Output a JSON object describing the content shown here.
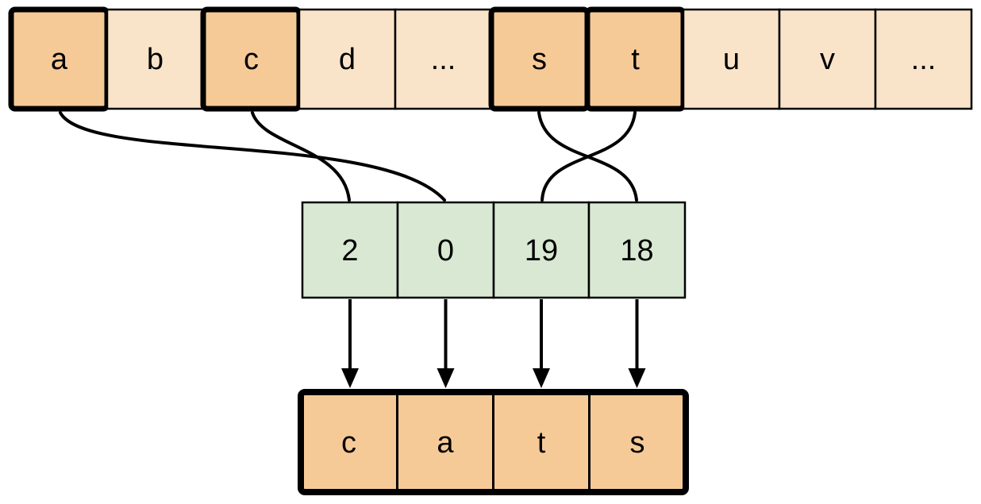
{
  "colors": {
    "cell_light": "#fae4c9",
    "cell_highlight": "#f6ca97",
    "cell_index": "#d9e8d2",
    "line": "#000000",
    "background": "#ffffff"
  },
  "alphabet": {
    "description": "alphabet-array-row",
    "cells": [
      {
        "label": "a",
        "highlighted": true
      },
      {
        "label": "b",
        "highlighted": false
      },
      {
        "label": "c",
        "highlighted": true
      },
      {
        "label": "d",
        "highlighted": false
      },
      {
        "label": "...",
        "highlighted": false
      },
      {
        "label": "s",
        "highlighted": true
      },
      {
        "label": "t",
        "highlighted": true
      },
      {
        "label": "u",
        "highlighted": false
      },
      {
        "label": "v",
        "highlighted": false
      },
      {
        "label": "...",
        "highlighted": false
      }
    ]
  },
  "indices": {
    "description": "index-array-row",
    "cells": [
      {
        "value": "2"
      },
      {
        "value": "0"
      },
      {
        "value": "19"
      },
      {
        "value": "18"
      }
    ]
  },
  "result": {
    "description": "result-word-row",
    "cells": [
      {
        "label": "c"
      },
      {
        "label": "a"
      },
      {
        "label": "t"
      },
      {
        "label": "s"
      }
    ]
  },
  "connections": {
    "letter_to_index": [
      {
        "from": "a",
        "to": "0"
      },
      {
        "from": "c",
        "to": "2"
      },
      {
        "from": "s",
        "to": "18"
      },
      {
        "from": "t",
        "to": "19"
      }
    ],
    "index_to_result": [
      {
        "from": "2",
        "to": "c"
      },
      {
        "from": "0",
        "to": "a"
      },
      {
        "from": "19",
        "to": "t"
      },
      {
        "from": "18",
        "to": "s"
      }
    ]
  }
}
